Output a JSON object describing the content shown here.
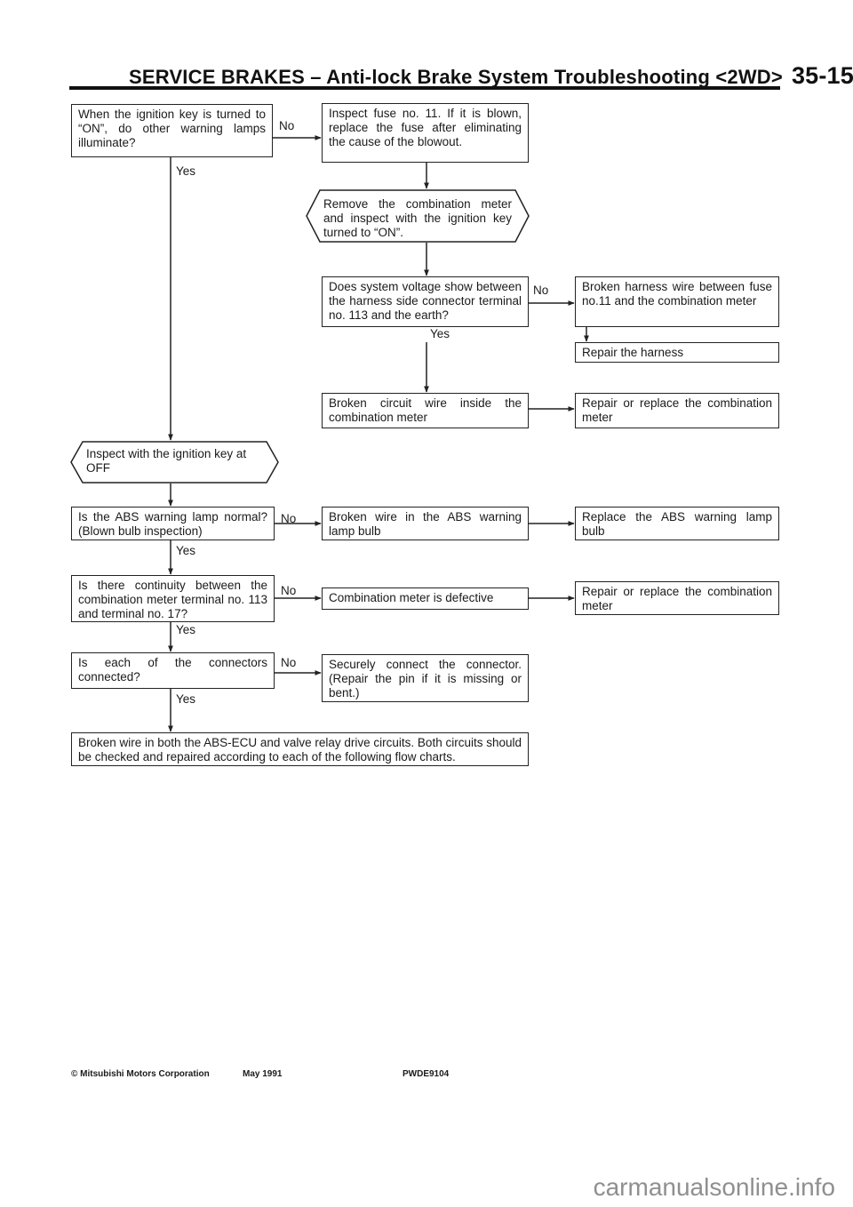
{
  "header": {
    "title": "SERVICE BRAKES – Anti-lock Brake System Troubleshooting <2WD>",
    "page_number": "35-15"
  },
  "nodes": {
    "q_ignition_lamps": "When the ignition key is turned to “ON”, do other warning lamps illuminate?",
    "a_inspect_fuse": "Inspect fuse no. 11. If it is blown, replace the fuse after eliminating the cause of the blowout.",
    "a_remove_meter": "Remove the combination meter and inspect with the ignition key turned to “ON”.",
    "q_system_voltage": "Does system voltage show between the harness side connector terminal no. 113 and the earth?",
    "a_broken_harness": "Broken harness wire between fuse no.11 and the combination meter",
    "a_repair_harness": "Repair the harness",
    "a_broken_circuit_meter": "Broken circuit wire inside the combination meter",
    "a_repair_replace_meter_1": "Repair or replace the combination meter",
    "a_inspect_key_off": "Inspect with the ignition key at OFF",
    "q_abs_lamp_normal": "Is the ABS warning lamp normal? (Blown bulb inspection)",
    "a_broken_wire_bulb": "Broken wire in the ABS warning lamp bulb",
    "a_replace_bulb": "Replace the ABS warning lamp bulb",
    "q_continuity": "Is there continuity between the combination meter terminal no. 113 and terminal no. 17?",
    "a_meter_defective": "Combination meter is defective",
    "a_repair_replace_meter_2": "Repair or replace the combination meter",
    "q_connectors": "Is each of the connectors connected?",
    "a_connect_connector": "Securely connect the connector. (Repair the pin if it is missing or bent.)",
    "a_final": "Broken wire in both the ABS-ECU and valve relay drive circuits. Both circuits should be checked and repaired according to each of the following flow charts."
  },
  "labels": {
    "yes": "Yes",
    "no": "No"
  },
  "footer": {
    "copyright": "© Mitsubishi Motors Corporation",
    "date": "May 1991",
    "code": "PWDE9104"
  },
  "watermark": "carmanualsonline.info",
  "colors": {
    "line": "#222222",
    "text": "#1a1a1a"
  }
}
